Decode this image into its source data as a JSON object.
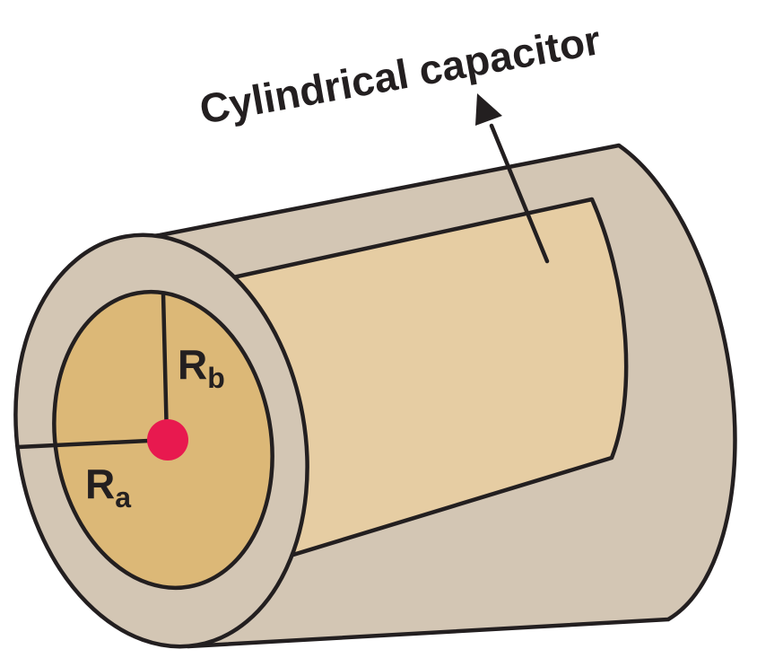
{
  "title": "Cylindrical capacitor",
  "labels": {
    "inner_radius_symbol": "R",
    "inner_radius_subscript": "b",
    "outer_radius_symbol": "R",
    "outer_radius_subscript": "a"
  },
  "colors": {
    "outer_shell": "#d3c6b4",
    "inner_body": "#e6cda3",
    "inner_face": "#dcb877",
    "center_dot": "#e8194f",
    "outline": "#231f20",
    "text": "#231f20"
  }
}
